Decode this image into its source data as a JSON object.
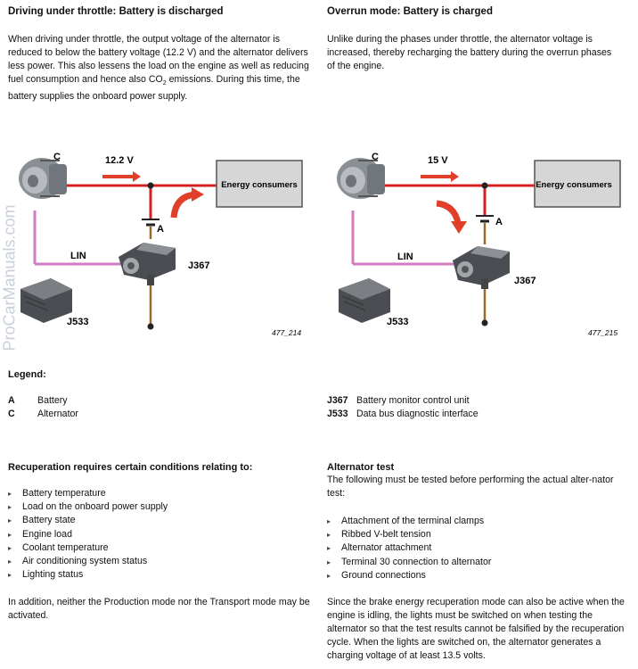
{
  "watermark": "ProCarManuals.com",
  "left_section": {
    "heading": "Driving under throttle: Battery is discharged",
    "paragraph_before_co2": "When driving under throttle, the output voltage of the alternator is reduced to below the battery voltage (12.2 V) and the alternator delivers less power. This also lessens the load on the engine as well as reducing fuel consumption and hence also CO",
    "co2_sub": "2",
    "paragraph_after_co2": " emissions. During this time, the battery supplies the onboard power supply."
  },
  "right_section": {
    "heading": "Overrun mode: Battery is charged",
    "paragraph": "Unlike during the phases under throttle, the alternator voltage is increased, thereby recharging the battery during the overrun phases of the engine."
  },
  "diagram_left": {
    "voltage": "12.2 V",
    "alternator_label": "C",
    "battery_label": "A",
    "lin_label": "LIN",
    "j367_label": "J367",
    "j533_label": "J533",
    "consumers_label": "Energy consumers",
    "figure_id": "477_214"
  },
  "diagram_right": {
    "voltage": "15 V",
    "alternator_label": "C",
    "battery_label": "A",
    "lin_label": "LIN",
    "j367_label": "J367",
    "j533_label": "J533",
    "consumers_label": "Energy consumers",
    "figure_id": "477_215"
  },
  "legend": {
    "title": "Legend:",
    "items_left": [
      {
        "key": "A",
        "value": "Battery"
      },
      {
        "key": "C",
        "value": "Alternator"
      }
    ],
    "items_right": [
      {
        "key": "J367",
        "value": "Battery monitor control unit"
      },
      {
        "key": "J533",
        "value": "Data bus diagnostic interface"
      }
    ]
  },
  "recuperation": {
    "heading": "Recuperation requires certain conditions relating to:",
    "items": [
      "Battery temperature",
      "Load on the onboard power supply",
      "Battery state",
      "Engine load",
      "Coolant temperature",
      "Air conditioning system status",
      "Lighting status"
    ],
    "note": "In addition, neither the Production mode nor the Transport mode may be activated."
  },
  "alternator_test": {
    "heading": "Alternator test",
    "intro": "The following must be tested before performing the actual alter-nator test:",
    "items": [
      "Attachment of the terminal clamps",
      "Ribbed V-belt tension",
      "Alternator attachment",
      "Terminal 30 connection to alternator",
      "Ground connections"
    ],
    "note": "Since the brake energy recuperation mode can also be active when the engine is idling, the lights must be switched on when testing the alternator so that the test results cannot be falsified by the recuperation cycle. When the lights are switched on, the alternator generates a charging voltage of at least 13.5 volts."
  },
  "colors": {
    "power_line": "#d42020",
    "lin_line": "#d07cc0",
    "ground_line": "#9a6a2a",
    "arrow": "#e0402a",
    "box_fill": "#d6d6d6"
  }
}
